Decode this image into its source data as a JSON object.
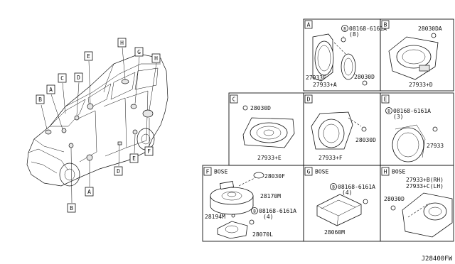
{
  "vehicle_callouts": [
    "B",
    "A",
    "C",
    "D",
    "E",
    "H",
    "G",
    "H",
    "E",
    "F",
    "D",
    "A",
    "B"
  ],
  "panels": {
    "A": {
      "letter": "A",
      "labels": [
        "08168-6161A",
        "(8)",
        "27933F",
        "28030D",
        "27933+A"
      ]
    },
    "B": {
      "letter": "B",
      "labels": [
        "28030DA",
        "27933+D"
      ]
    },
    "C": {
      "letter": "C",
      "labels": [
        "28030D",
        "27933+E"
      ]
    },
    "D": {
      "letter": "D",
      "labels": [
        "28030D",
        "27933+F"
      ]
    },
    "E": {
      "letter": "E",
      "labels": [
        "08168-6161A",
        "(3)",
        "27933"
      ]
    },
    "F": {
      "letter": "F",
      "bose": "BOSE",
      "labels": [
        "28030F",
        "28170M",
        "28194M",
        "08168-6161A",
        "(4)",
        "28070L"
      ]
    },
    "G": {
      "letter": "G",
      "bose": "BOSE",
      "labels": [
        "08168-6161A",
        "(4)",
        "28060M"
      ]
    },
    "H": {
      "letter": "H",
      "bose": "BOSE",
      "labels": [
        "27933+B(RH)",
        "27933+C(LH)",
        "28030D"
      ]
    }
  },
  "bolt_symbol": "B",
  "diagram_code": "J28400FW"
}
